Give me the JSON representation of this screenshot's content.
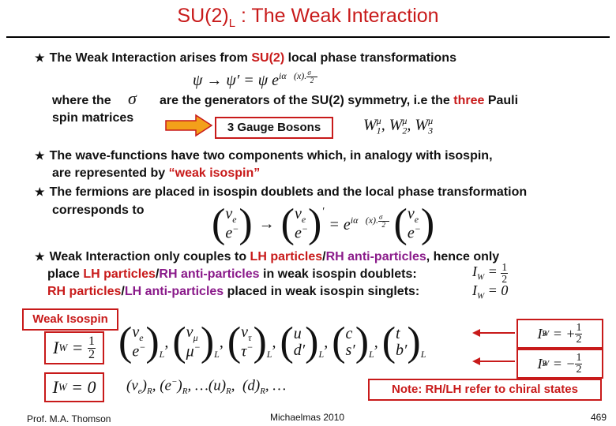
{
  "slide": {
    "title_main": "SU(2)",
    "title_sub": "L",
    "title_rest": " : The Weak Interaction"
  },
  "bullets": {
    "b1_pre": "The Weak Interaction arises from ",
    "b1_red": "SU(2)",
    "b1_post": " local phase transformations",
    "where_the": "where the",
    "spin_matrices": "spin matrices",
    "generators_pre": "are the generators of the SU(2) symmetry, i.e the ",
    "generators_red": "three",
    "generators_post": " Pauli",
    "b2_line1": "The wave-functions have two components which, in analogy with isospin,",
    "b2_line2_pre": "are represented by ",
    "b2_line2_red": "“weak isospin”",
    "b3_line1": "The fermions are placed in isospin doublets and the local phase transformation",
    "b3_line2": "corresponds to",
    "b4_pre": "Weak Interaction only couples to ",
    "b4_lh": "LH particles",
    "b4_slash": "/",
    "b4_rh": "RH anti-particles",
    "b4_post": ", hence only",
    "b5_pre": "place ",
    "b5_lh": "LH particles",
    "b5_slash": "/",
    "b5_rh": "RH anti-particles",
    "b5_post": " in weak isospin doublets:",
    "b6_rh": "RH particles",
    "b6_slash": "/",
    "b6_lh": "LH anti-particles",
    "b6_post": " placed in weak isospin singlets:"
  },
  "boxes": {
    "gauge_bosons": "3 Gauge Bosons",
    "weak_isospin": "Weak Isospin",
    "note": "Note: RH/LH refer to chiral states"
  },
  "footer": {
    "author": "Prof. M.A. Thomson",
    "term": "Michaelmas 2010",
    "page": "469"
  },
  "colors": {
    "accent_red": "#c81a1a",
    "purple": "#8a1a8a"
  },
  "icons": {
    "bullet": "star-bullet-icon",
    "arrow": "right-arrow-icon"
  }
}
